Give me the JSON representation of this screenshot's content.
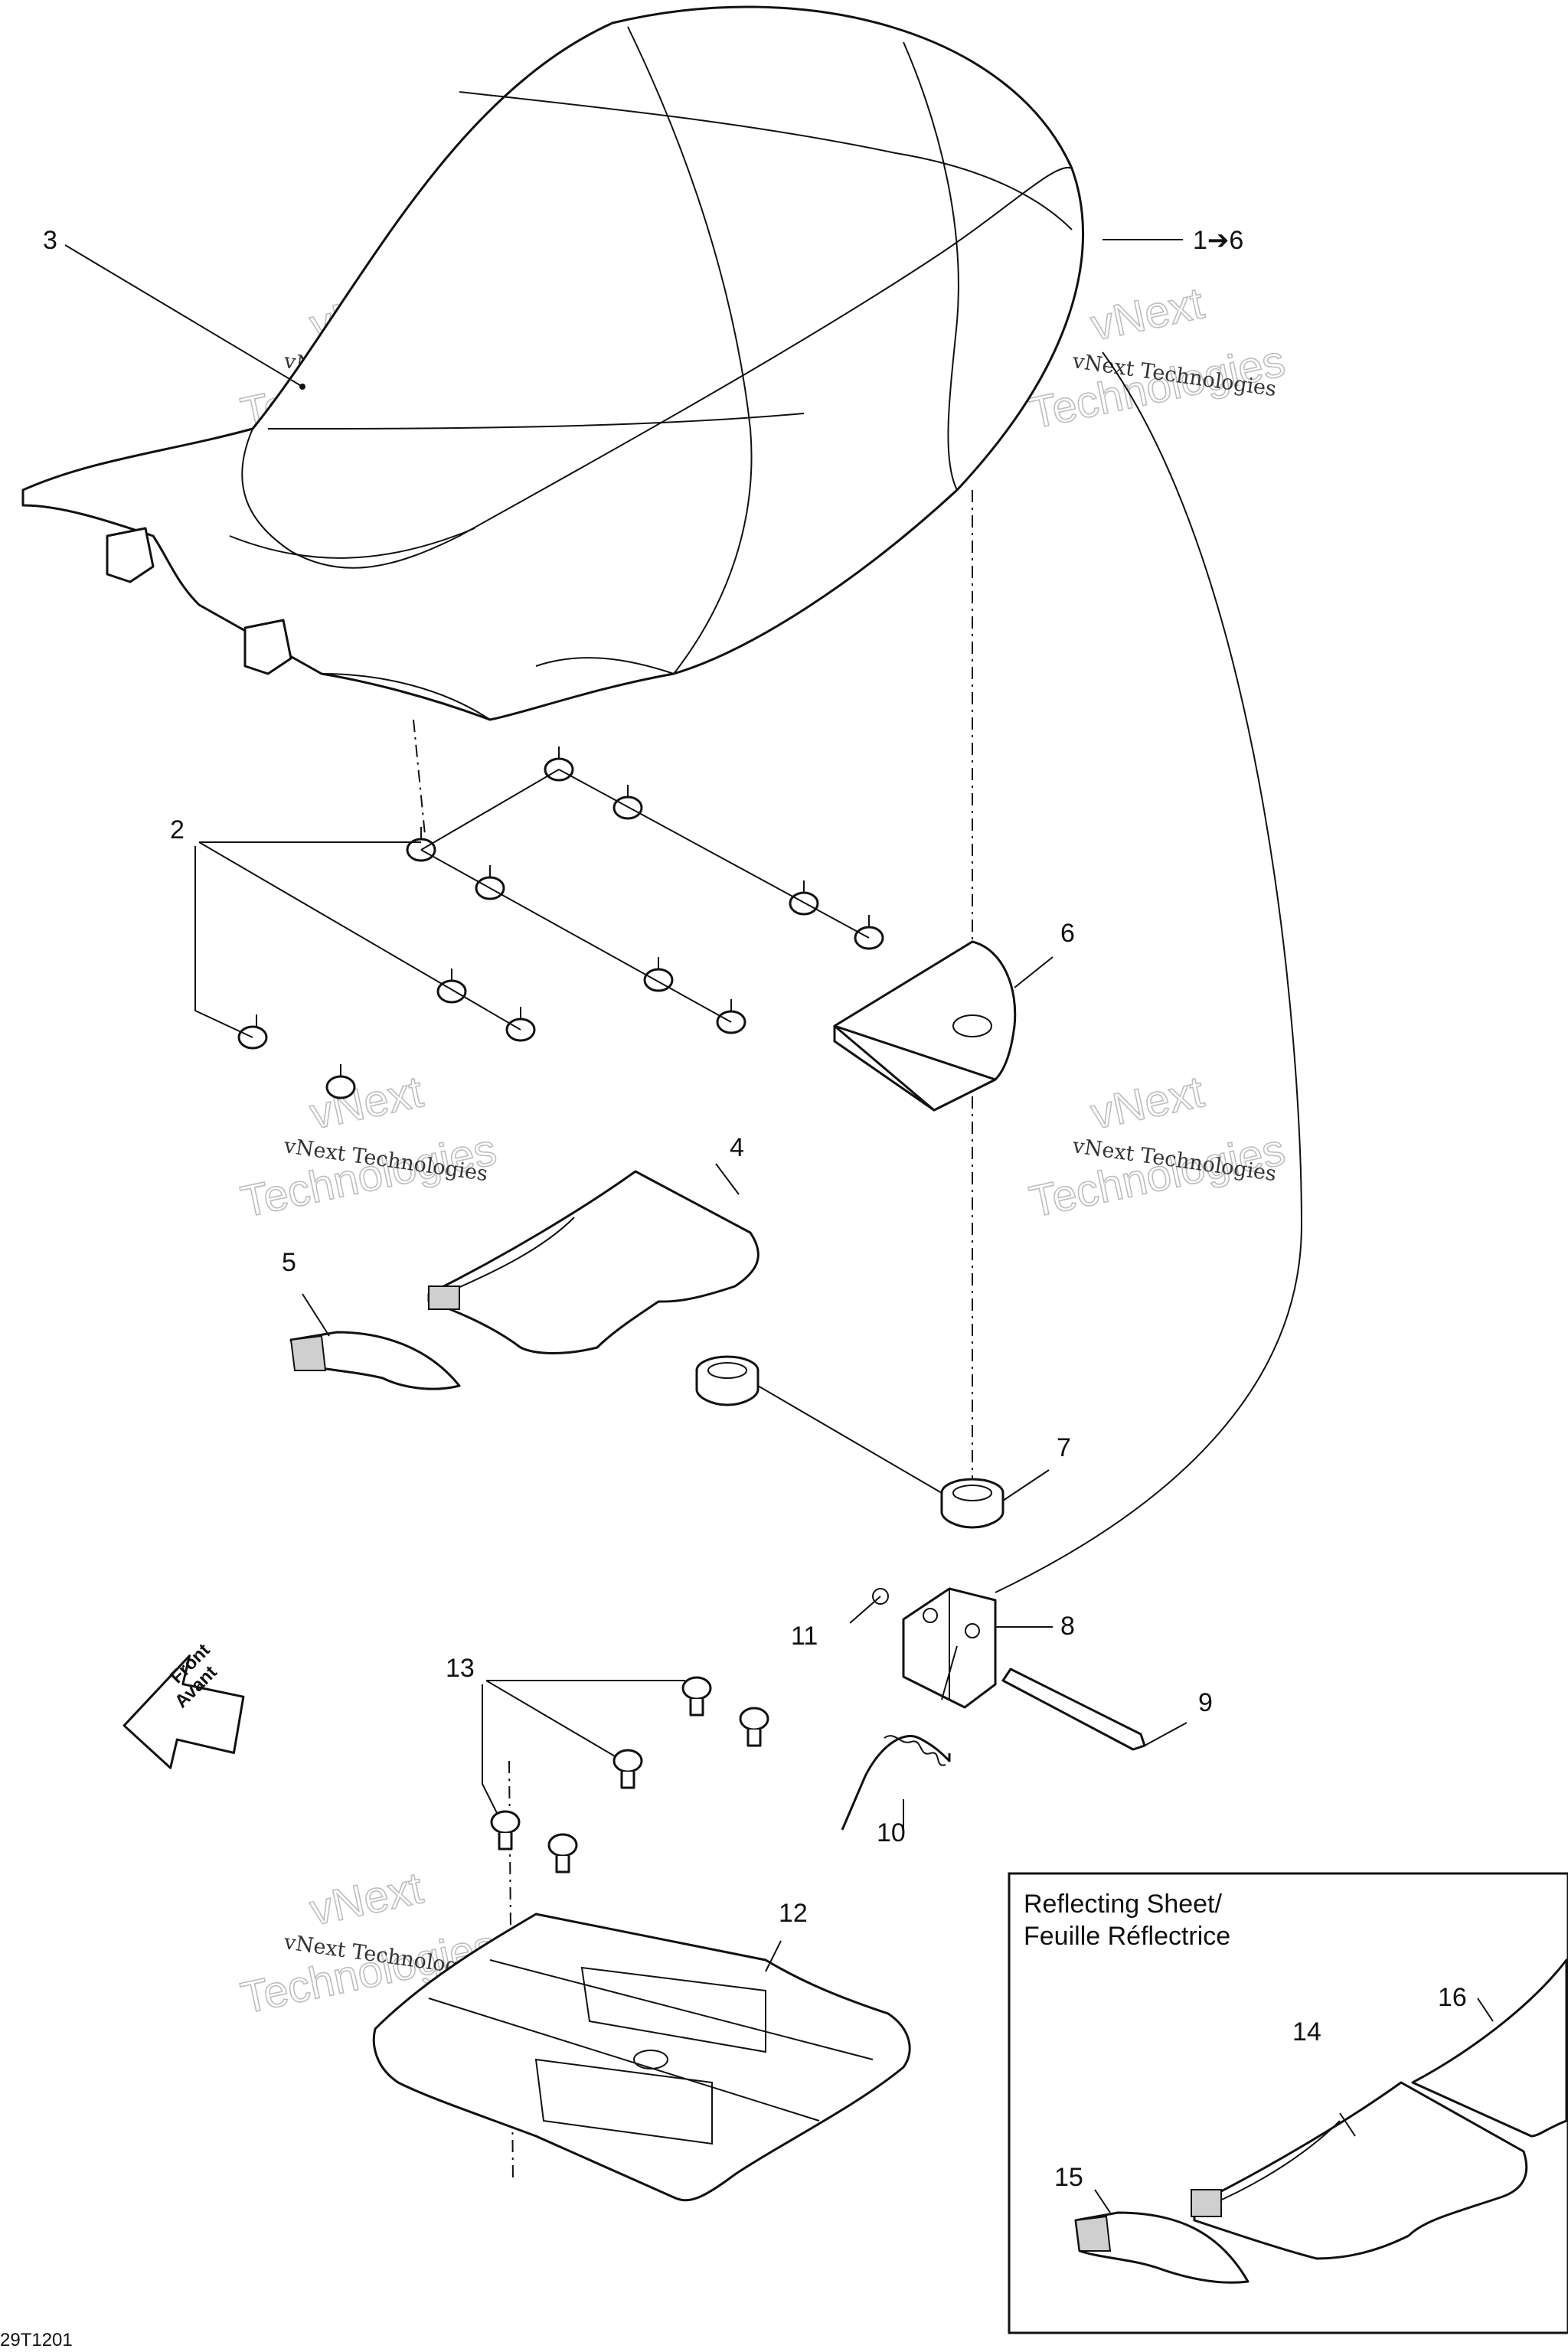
{
  "callouts": {
    "c1to6": "1➔6",
    "c2": "2",
    "c3": "3",
    "c4": "4",
    "c5": "5",
    "c6": "6",
    "c7": "7",
    "c8": "8",
    "c9": "9",
    "c10": "10",
    "c11": "11",
    "c12": "12",
    "c13": "13",
    "c14": "14",
    "c15": "15",
    "c16": "16"
  },
  "inset": {
    "title_line1": "Reflecting Sheet/",
    "title_line2": "Feuille Réflectrice"
  },
  "front_arrow": {
    "line1": "Front",
    "line2": "Avant"
  },
  "watermark": {
    "small": "vNext Technologies",
    "big_line1": "vNext",
    "big_line2": "Technologies"
  },
  "drawing_code": "29T1201"
}
